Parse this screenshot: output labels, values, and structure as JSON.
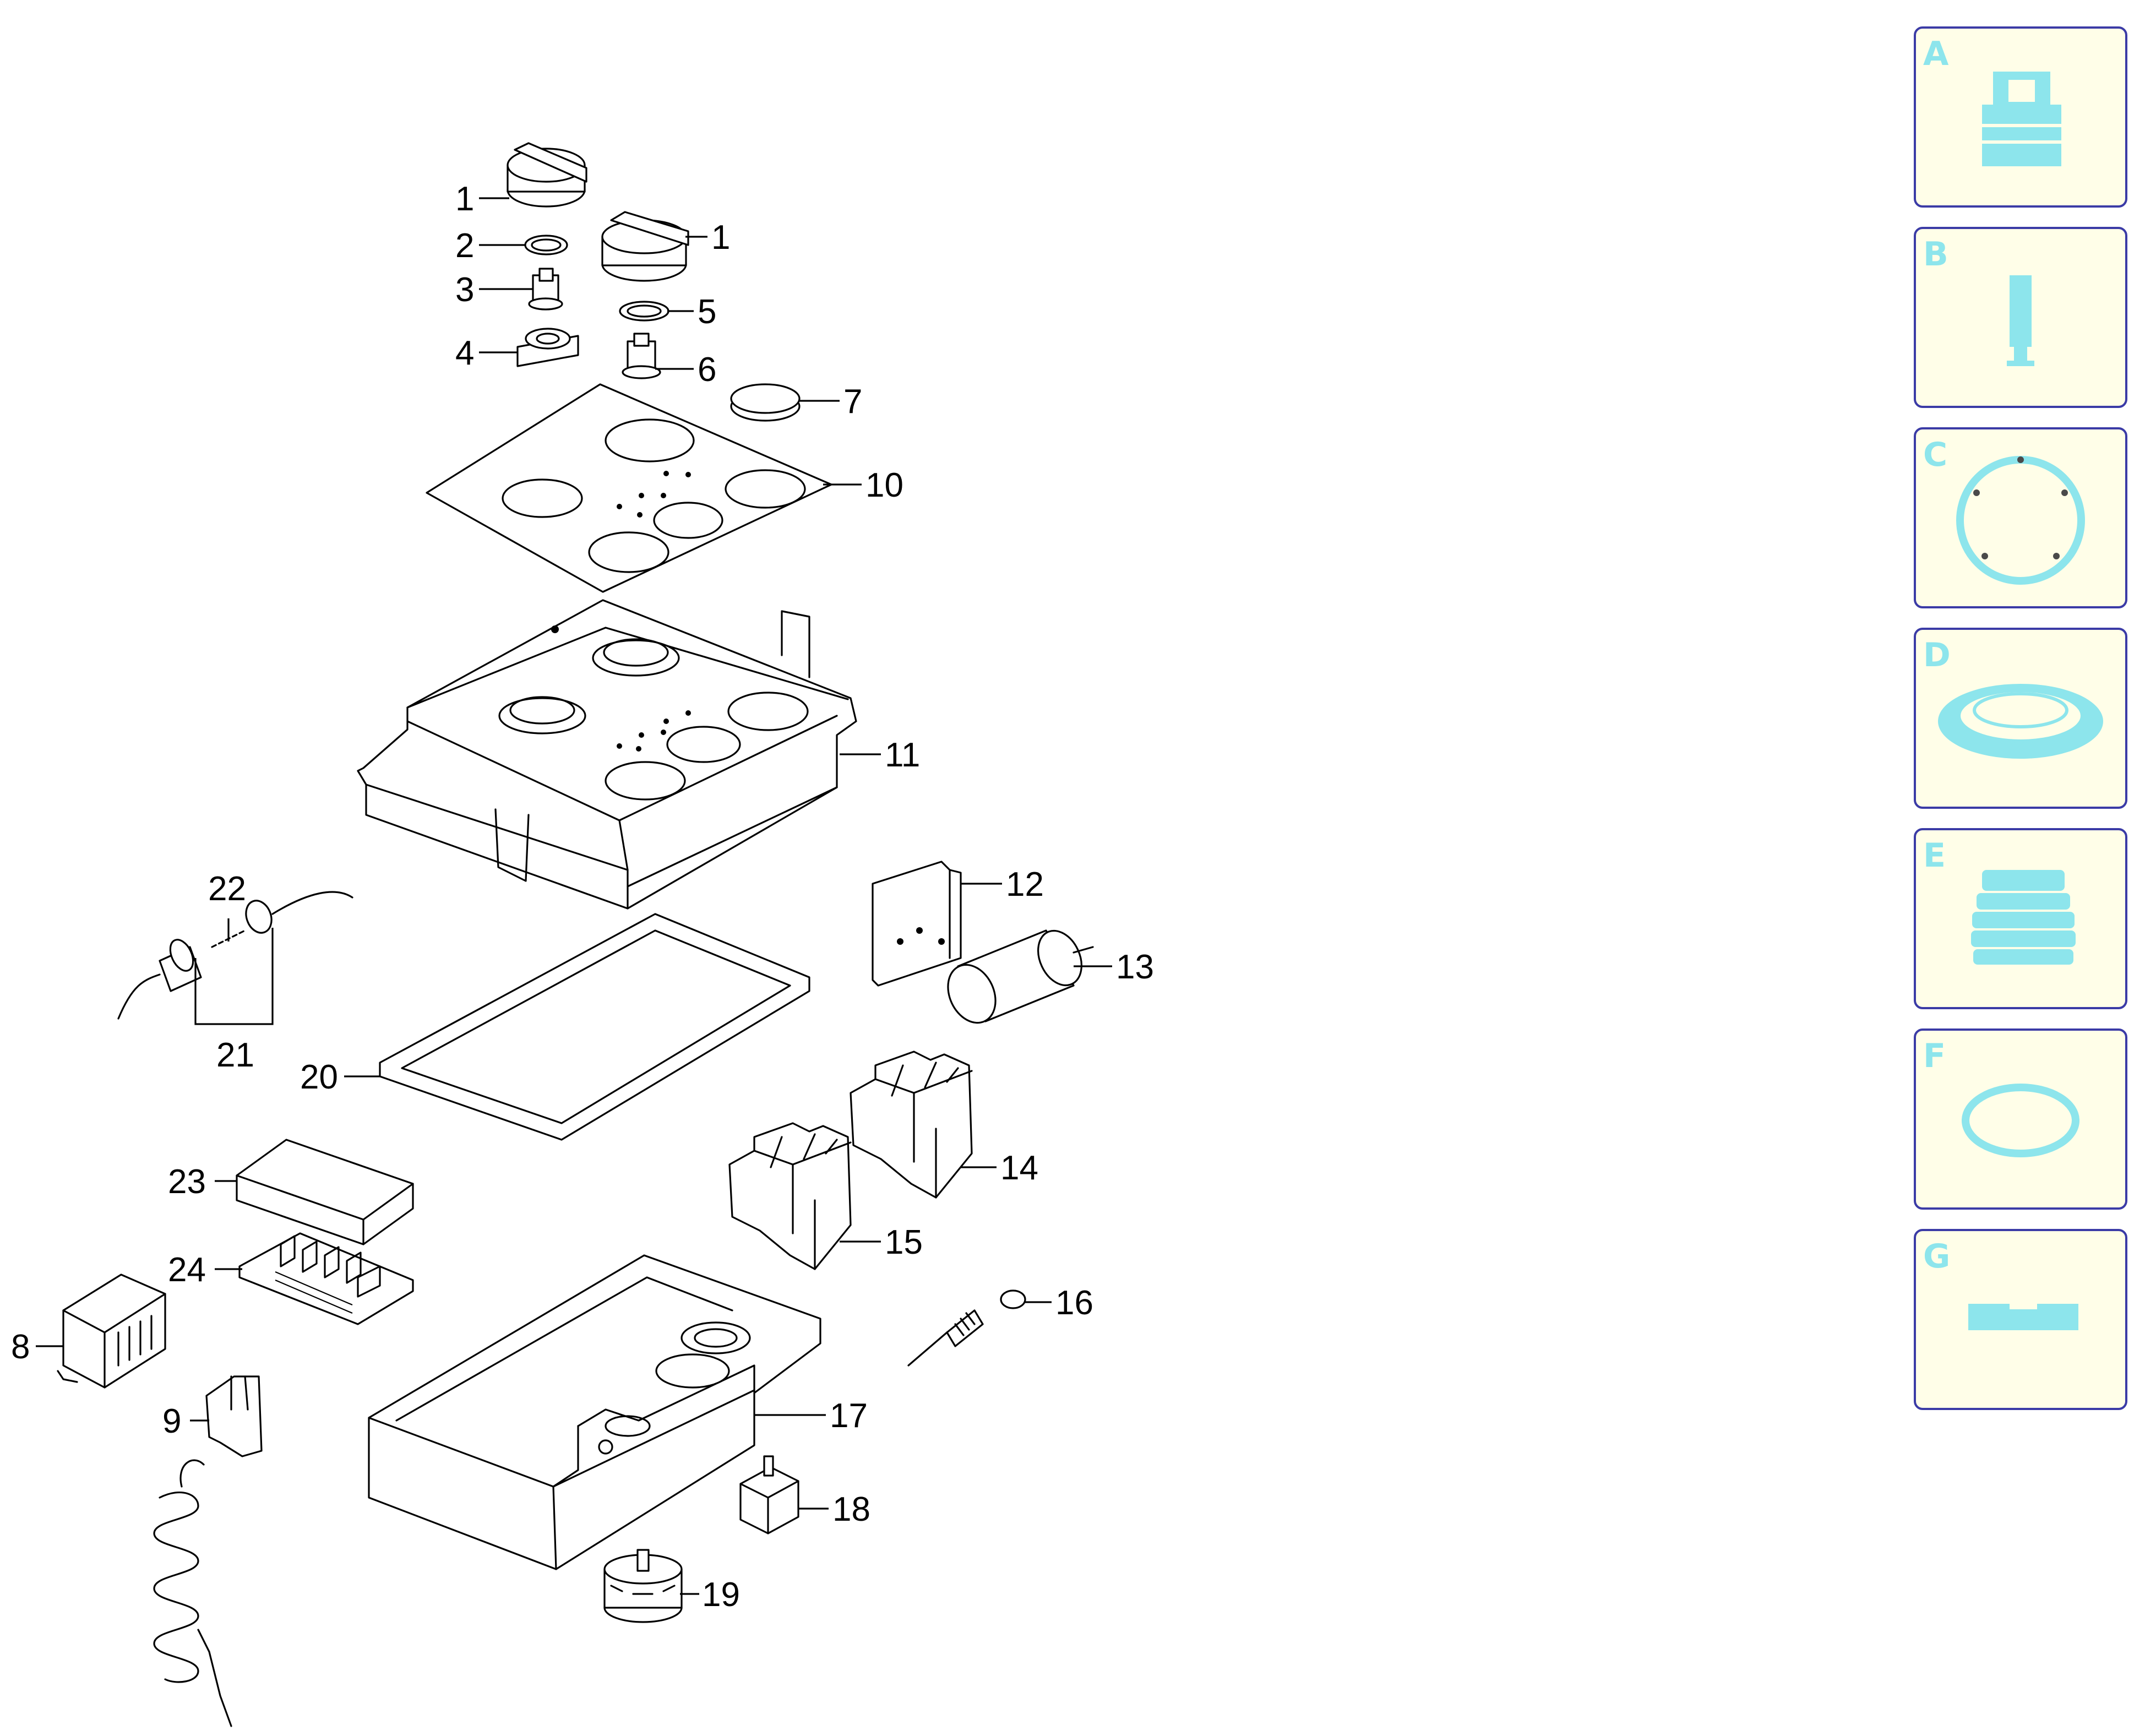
{
  "callouts": {
    "c1a": "1",
    "c1b": "1",
    "c2": "2",
    "c3": "3",
    "c4": "4",
    "c5": "5",
    "c6": "6",
    "c7": "7",
    "c8": "8",
    "c9": "9",
    "c10": "10",
    "c11": "11",
    "c12": "12",
    "c13": "13",
    "c14": "14",
    "c15": "15",
    "c16": "16",
    "c17": "17",
    "c18": "18",
    "c19": "19",
    "c20": "20",
    "c21": "21",
    "c22": "22",
    "c23": "23",
    "c24": "24"
  },
  "legend": {
    "accent_color": "#8de5ec",
    "panel_fill": "#fffee8",
    "panel_border": "#3b3ba6",
    "items": [
      {
        "letter": "A",
        "icon": "connector-icon"
      },
      {
        "letter": "B",
        "icon": "pin-icon"
      },
      {
        "letter": "C",
        "icon": "flange-gasket-icon"
      },
      {
        "letter": "D",
        "icon": "seal-ring-icon"
      },
      {
        "letter": "E",
        "icon": "bellows-icon"
      },
      {
        "letter": "F",
        "icon": "o-ring-icon"
      },
      {
        "letter": "G",
        "icon": "flat-gasket-icon"
      }
    ]
  }
}
